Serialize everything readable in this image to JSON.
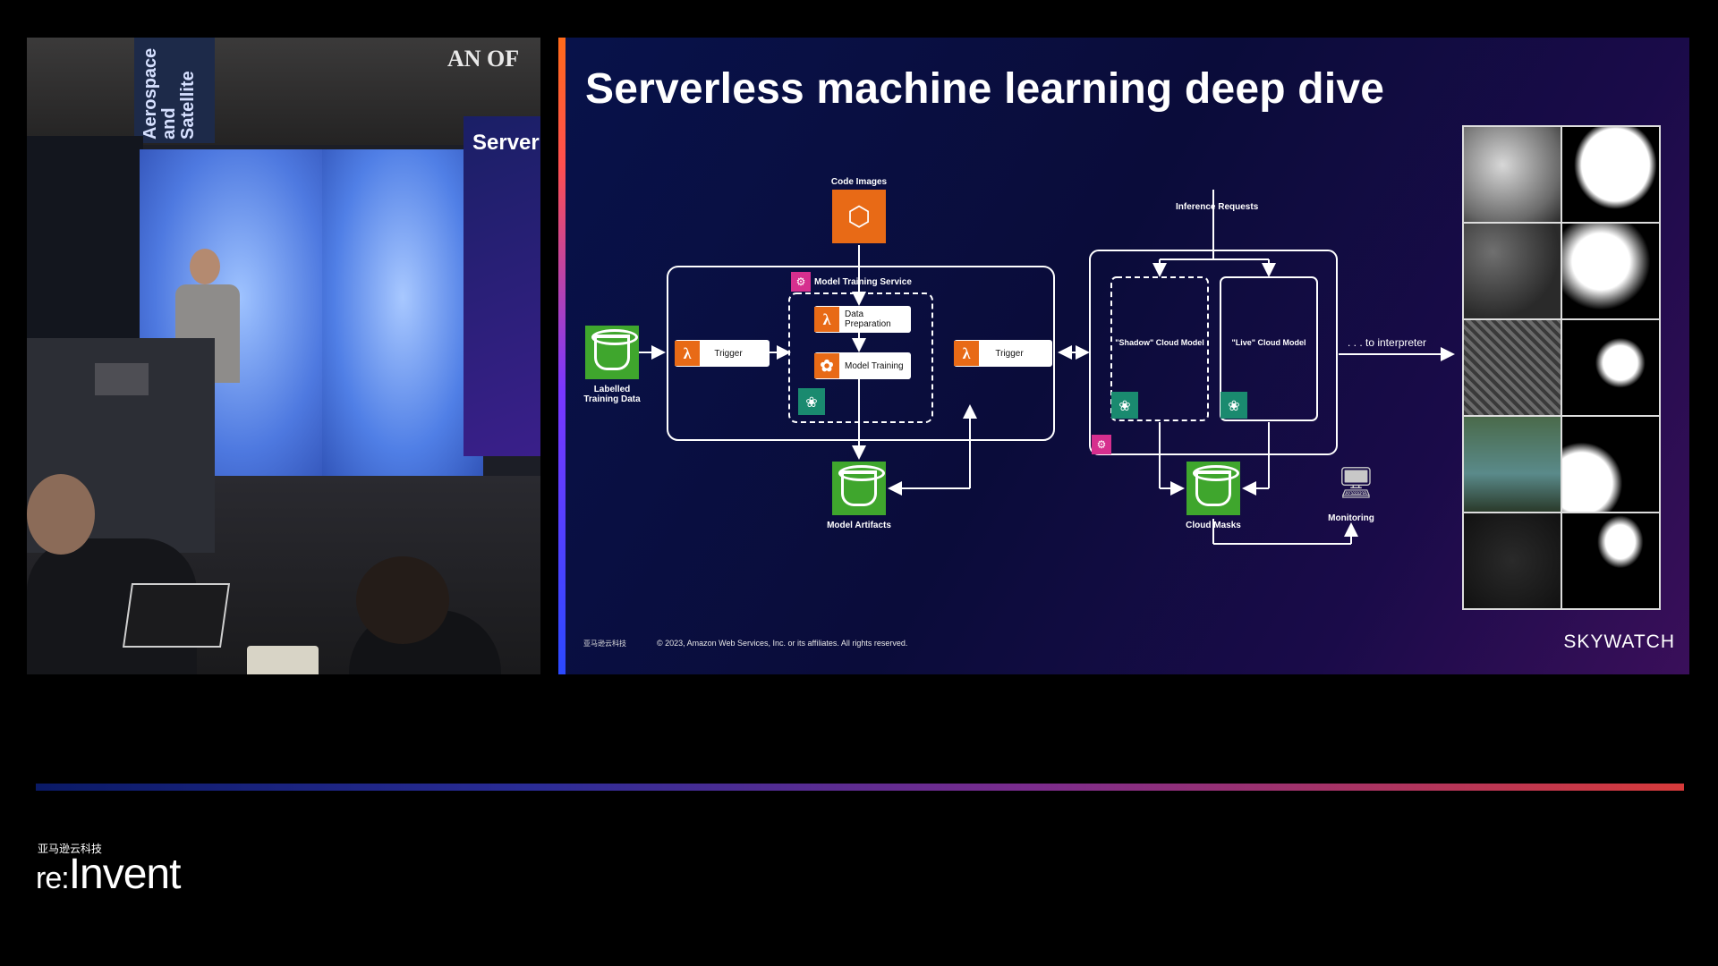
{
  "video": {
    "banner_text": "Aerospace and Satellite",
    "aws_sign": "AN OF",
    "slide_peek_title": "Server"
  },
  "slide": {
    "title": "Serverless machine learning deep dive",
    "diagram": {
      "code_images": "Code Images",
      "model_training_service": "Model Training Service",
      "data_preparation": "Data Preparation",
      "model_training": "Model Training",
      "trigger_left": "Trigger",
      "trigger_right": "Trigger",
      "labelled_training_data": "Labelled Training Data",
      "model_artifacts": "Model Artifacts",
      "inference_requests": "Inference Requests",
      "shadow_model": "\"Shadow\" Cloud Model",
      "live_model": "\"Live\" Cloud Model",
      "to_interpreter": ". . . to interpreter",
      "cloud_masks": "Cloud Masks",
      "monitoring": "Monitoring"
    },
    "footer_logo": "亚马逊云科技",
    "copyright": "© 2023, Amazon Web Services, Inc. or its affiliates. All rights reserved.",
    "brand": "SKYWATCH",
    "colors": {
      "lambda": "#e86a16",
      "s3": "#3fa62d",
      "sagemaker": "#1a8a6f",
      "pink": "#d62f8e"
    }
  },
  "event": {
    "cn_name": "亚马逊云科技",
    "reinvent_prefix": "re:",
    "reinvent_main": "Invent"
  }
}
